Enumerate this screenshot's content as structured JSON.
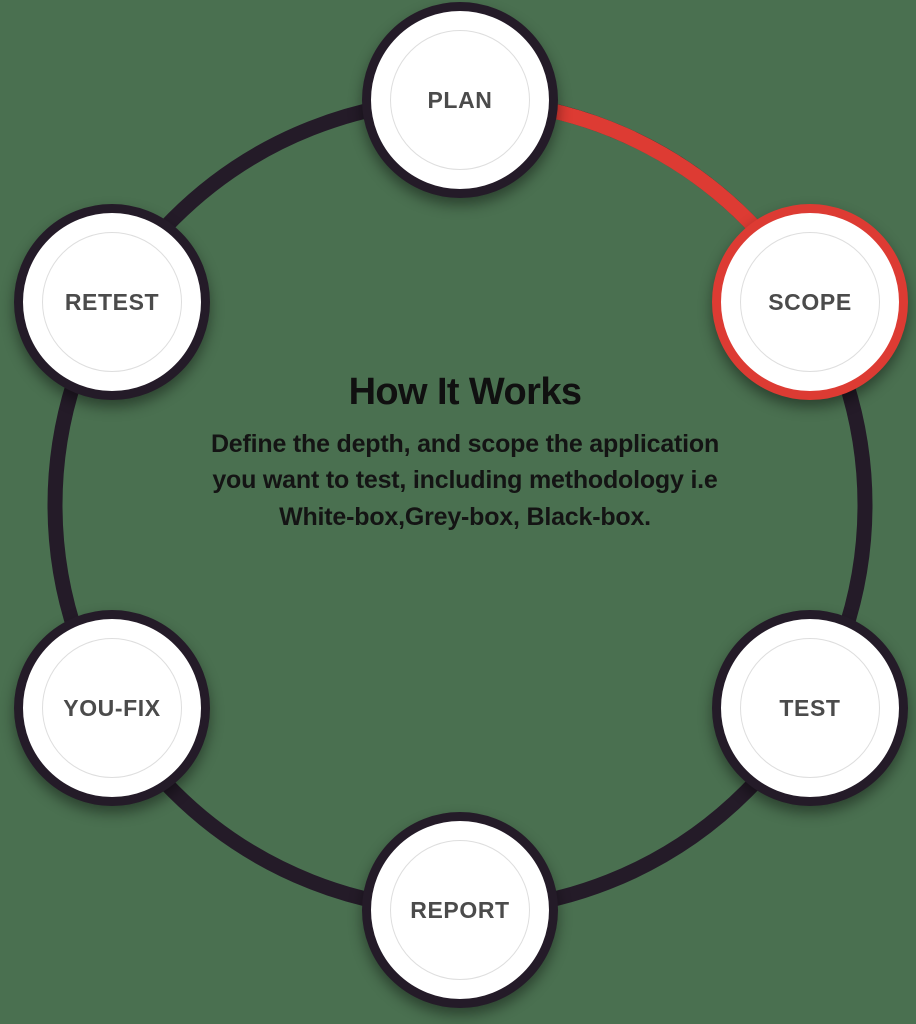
{
  "theme": {
    "background_color": "#4a7050",
    "ring_color": "#241b28",
    "accent_color": "#dd3b33",
    "node_fill": "#ffffff",
    "node_label_color": "#4b4b4b",
    "title_color": "#101010"
  },
  "center": {
    "title": "How It Works",
    "body": "Define the depth, and scope the application you want to test, including methodology i.e White-box,Grey-box, Black-box."
  },
  "cycle": {
    "nodes": [
      {
        "id": "plan",
        "label": "PLAN",
        "position": "top",
        "state": "default"
      },
      {
        "id": "scope",
        "label": "SCOPE",
        "position": "upper-right",
        "state": "active"
      },
      {
        "id": "test",
        "label": "TEST",
        "position": "lower-right",
        "state": "default"
      },
      {
        "id": "report",
        "label": "REPORT",
        "position": "bottom",
        "state": "default"
      },
      {
        "id": "youfix",
        "label": "YOU-FIX",
        "position": "lower-left",
        "state": "default"
      },
      {
        "id": "retest",
        "label": "RETEST",
        "position": "upper-left",
        "state": "default"
      }
    ],
    "active_segment": {
      "from": "plan",
      "to": "scope",
      "color": "#dd3b33"
    }
  }
}
